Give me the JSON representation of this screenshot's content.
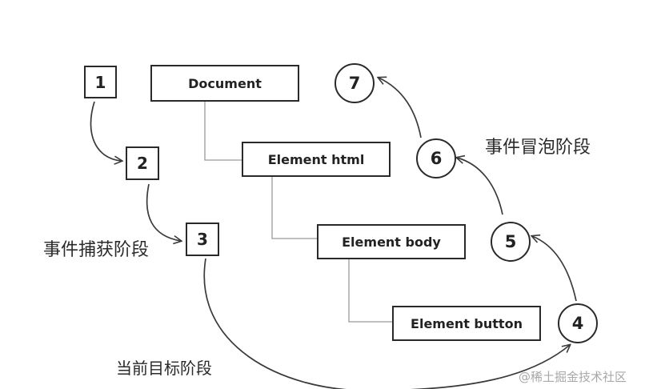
{
  "tree": {
    "document": "Document",
    "html": "Element html",
    "body": "Element body",
    "button": "Element button"
  },
  "capture": {
    "steps": [
      "1",
      "2",
      "3"
    ],
    "label": "事件捕获阶段"
  },
  "target": {
    "label": "当前目标阶段"
  },
  "bubble": {
    "steps": [
      "4",
      "5",
      "6",
      "7"
    ],
    "label": "事件冒泡阶段"
  },
  "watermark": "@稀土掘金技术社区",
  "colors": {
    "stroke": "#2a2a2a",
    "connector": "#9a9a9a",
    "arrow": "#3a3a3a",
    "watermark": "#a8a8a8"
  }
}
